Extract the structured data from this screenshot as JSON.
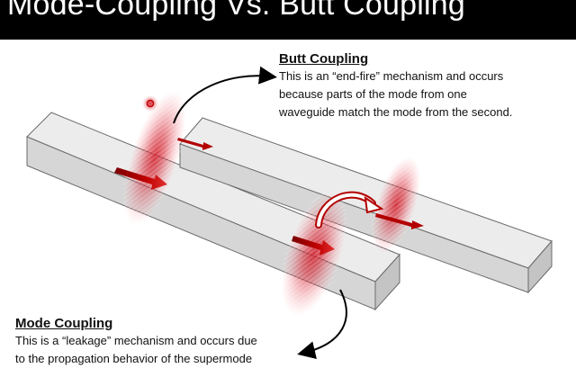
{
  "slide": {
    "title": "Mode-Coupling  Vs.  Butt Coupling"
  },
  "butt_coupling": {
    "heading": "Butt Coupling",
    "lines": [
      "This is an “end-fire” mechanism and occurs",
      "because parts of the mode  from  one",
      "waveguide match the mode  from the second."
    ]
  },
  "mode_coupling": {
    "heading": "Mode Coupling",
    "lines": [
      "This is a “leakage” mechanism and occurs due",
      "to the propagation behavior of the supermode"
    ]
  },
  "colors": {
    "waveguide_fill": "#dcdcdc",
    "waveguide_top": "#e6e6e6",
    "waveguide_edge": "#6b6b6b",
    "field_red": "#c8102e",
    "arrow_red": "#b30000"
  },
  "icons": [
    "curved-arrow",
    "propagation-arrow",
    "mode-field-glow"
  ]
}
